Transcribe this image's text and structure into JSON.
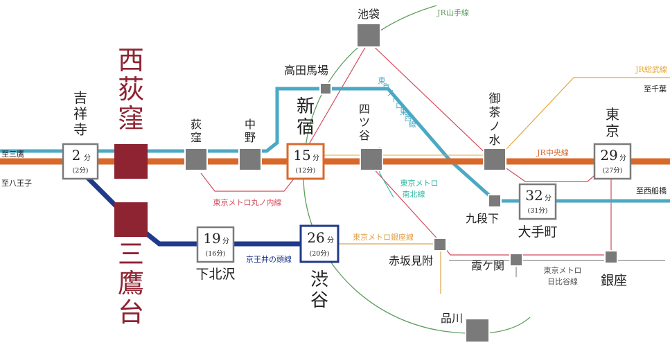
{
  "colors": {
    "jr_chuo": "#d9692b",
    "tozai": "#4aa9c4",
    "marunouchi": "#d44a5c",
    "keio_inokashira": "#1f3a8a",
    "ginza": "#e0a24a",
    "namboku": "#2bb5a0",
    "yamanote": "#5e9e5e",
    "sobu": "#e6a53a",
    "hibiya": "#888888",
    "highlight": "#8e2332",
    "station_gray": "#7a7a7a"
  },
  "highlight_stations": {
    "nishiogikubo": "西荻窪",
    "mitakadai": "三鷹台"
  },
  "stations": {
    "kichijoji": "吉祥寺",
    "ogikubo": "荻窪",
    "nakano": "中野",
    "shinjuku": "新宿",
    "takadanobaba": "高田馬場",
    "ikebukuro": "池袋",
    "yotsuya": "四ツ谷",
    "ochanomizu": "御茶ノ水",
    "tokyo": "東京",
    "kudanshita": "九段下",
    "otemachi": "大手町",
    "shimokitazawa": "下北沢",
    "shibuya": "渋谷",
    "akasakamitsuke": "赤坂見附",
    "kasumigaseki": "霞ケ関",
    "ginza": "銀座",
    "shinagawa": "品川"
  },
  "times": {
    "kichijoji": {
      "min": "2",
      "unit": "分",
      "sub": "(2分)"
    },
    "shinjuku": {
      "min": "15",
      "unit": "分",
      "sub": "(12分)"
    },
    "tokyo": {
      "min": "29",
      "unit": "分",
      "sub": "(27分)"
    },
    "otemachi": {
      "min": "32",
      "unit": "分",
      "sub": "(31分)"
    },
    "shimokitazawa": {
      "min": "19",
      "unit": "分",
      "sub": "(16分)"
    },
    "shibuya": {
      "min": "26",
      "unit": "分",
      "sub": "(20分)"
    }
  },
  "directions": {
    "to_mitaka": "至三鷹",
    "to_hachioji": "至八王子",
    "to_chiba": "至千葉",
    "to_nishifunabashi": "至西船橋"
  },
  "lines": {
    "yamanote": "JR山手線",
    "sobu": "JR総武線",
    "chuo": "JR中央線",
    "tozai": "東京メトロ東西線",
    "marunouchi": "東京メトロ丸ノ内線",
    "namboku_1": "東京メトロ",
    "namboku_2": "南北線",
    "ginza": "東京メトロ銀座線",
    "inokashira": "京王井の頭線",
    "hibiya_1": "東京メトロ",
    "hibiya_2": "日比谷線"
  }
}
